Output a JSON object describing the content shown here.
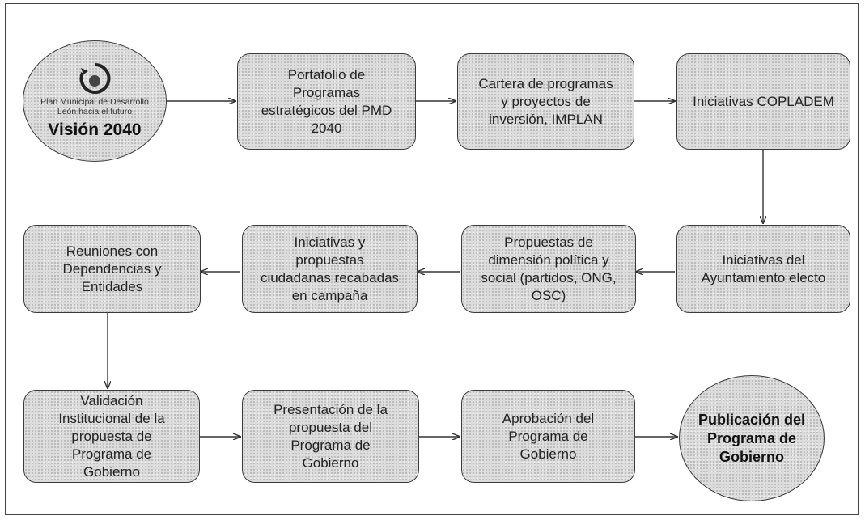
{
  "nodes": {
    "vision": {
      "subtitle": "Plan Municipal de Desarrollo\nLeón hacia el futuro",
      "title": "Visión 2040",
      "logo_icon": "municipal-logo-icon"
    },
    "portafolio": "Portafolio de\nProgramas\nestratégicos del PMD\n2040",
    "cartera": "Cartera  de programas\ny proyectos de\ninversión, IMPLAN",
    "copladem": "Iniciativas COPLADEM",
    "ayuntamiento": "Iniciativas  del\nAyuntamiento electo",
    "propuestas_politica": "Propuestas de\ndimensión política y\nsocial (partidos, ONG,\nOSC)",
    "ciudadanas": "Iniciativas y\npropuestas\nciudadanas recabadas\nen campaña",
    "reuniones": "Reuniones con\nDependencias y\nEntidades",
    "validacion": "Validación\nInstitucional de la\npropuesta de\nPrograma de\nGobierno",
    "presentacion": "Presentación de la\npropuesta del\nPrograma de\nGobierno",
    "aprobacion": "Aprobación del\nPrograma de\nGobierno",
    "publicacion": "Publicación del\nPrograma de\nGobierno"
  },
  "edges": [
    [
      "vision",
      "portafolio"
    ],
    [
      "portafolio",
      "cartera"
    ],
    [
      "cartera",
      "copladem"
    ],
    [
      "copladem",
      "ayuntamiento"
    ],
    [
      "ayuntamiento",
      "propuestas_politica"
    ],
    [
      "propuestas_politica",
      "ciudadanas"
    ],
    [
      "ciudadanas",
      "reuniones"
    ],
    [
      "reuniones",
      "validacion"
    ],
    [
      "validacion",
      "presentacion"
    ],
    [
      "presentacion",
      "aprobacion"
    ],
    [
      "aprobacion",
      "publicacion"
    ]
  ]
}
